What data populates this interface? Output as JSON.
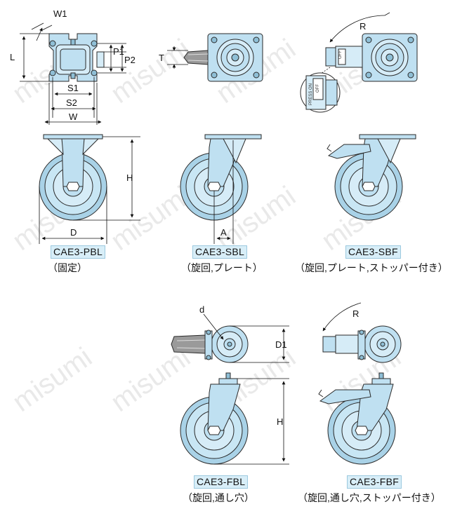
{
  "watermark": "misumi",
  "dims": {
    "W1": "W1",
    "L": "L",
    "P1": "P1",
    "P2": "P2",
    "S1": "S1",
    "S2": "S2",
    "W": "W",
    "T": "T",
    "R_top": "R",
    "H": "H",
    "D": "D",
    "A": "A",
    "d": "d",
    "D1": "D1",
    "R_bottom": "R",
    "H_bottom": "H"
  },
  "stopper_labels": {
    "off": "OFF",
    "press_on": "PRESS ON"
  },
  "models": [
    {
      "code": "CAE3-PBL",
      "caption": "（固定）"
    },
    {
      "code": "CAE3-SBL",
      "caption": "（旋回,プレート）"
    },
    {
      "code": "CAE3-SBF",
      "caption": "（旋回,プレート,ストッパー付き）"
    },
    {
      "code": "CAE3-FBL",
      "caption": "（旋回,通し穴）"
    },
    {
      "code": "CAE3-FBF",
      "caption": "（旋回,通し穴,ストッパー付き）"
    }
  ],
  "colors": {
    "fill": "#bfe0f1",
    "stroke": "#2a2a2a",
    "tread": "#a9d2e7",
    "label_bg": "#d8eef8"
  }
}
